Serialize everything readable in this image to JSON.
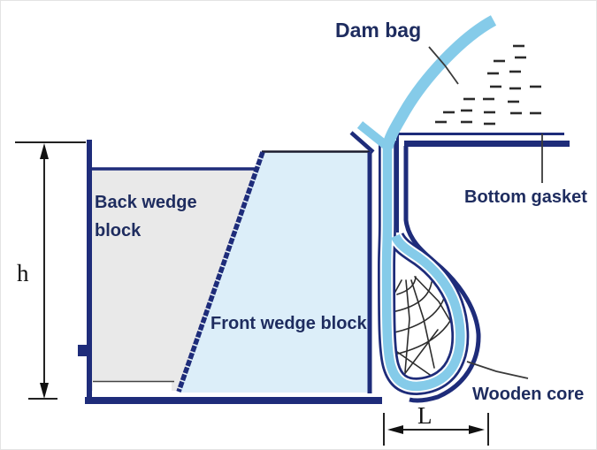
{
  "diagram": {
    "labels": {
      "dam_bag": "Dam bag",
      "bottom_gasket": "Bottom gasket",
      "back_wedge_line1": "Back wedge",
      "back_wedge_line2": "block",
      "front_wedge": "Front wedge block",
      "wooden_core": "Wooden core"
    },
    "dimensions": {
      "height": "h",
      "length": "L"
    },
    "colors": {
      "structure_navy": "#1e2c7a",
      "bag_sky_blue": "#85cbe9",
      "back_wedge_gray": "#e9e9e9",
      "front_wedge_light_blue": "#dceef9",
      "label_navy": "#1e2c5f",
      "dimension_black": "#111111",
      "grain_black": "#2c2c2c"
    }
  }
}
